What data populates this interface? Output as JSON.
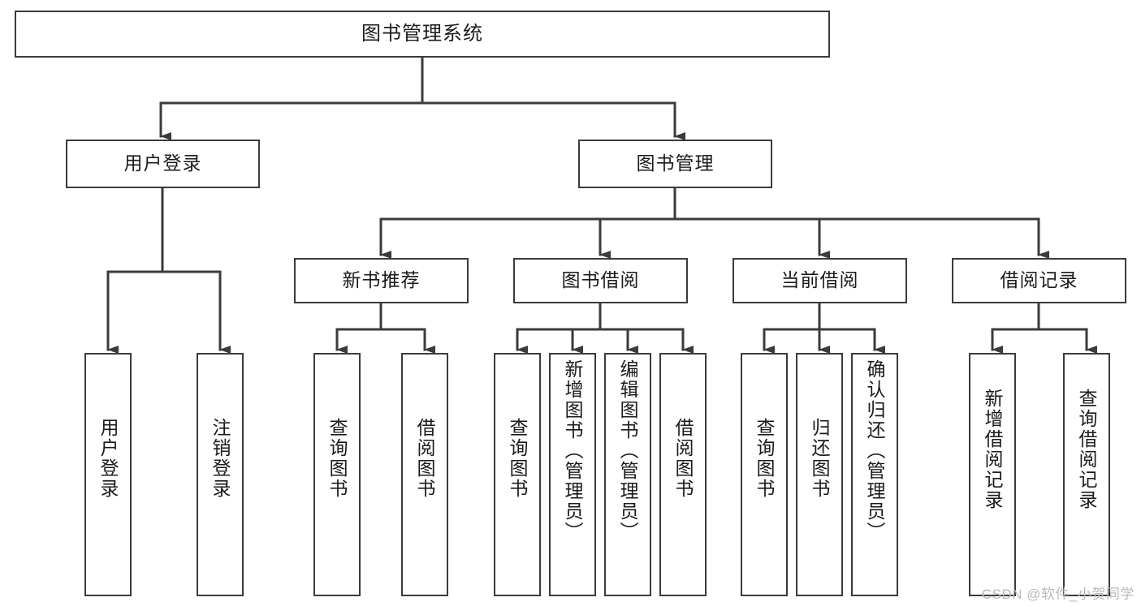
{
  "diagram": {
    "title": "图书管理系统",
    "watermark": "CSDN @软件_小贺同学",
    "colors": {
      "box_border": "#3b3b3b",
      "connector": "#3b3b3b",
      "background": "#ffffff",
      "text": "#1b1b1b",
      "watermark": "#b9b9b9"
    },
    "root": {
      "label": "图书管理系统"
    },
    "level2": [
      {
        "label": "用户登录"
      },
      {
        "label": "图书管理"
      }
    ],
    "level3": [
      {
        "label": "新书推荐"
      },
      {
        "label": "图书借阅"
      },
      {
        "label": "当前借阅"
      },
      {
        "label": "借阅记录"
      }
    ],
    "leaves": {
      "user_login": [
        {
          "label": "用户登录"
        },
        {
          "label": "注销登录"
        }
      ],
      "new_book_recommend": [
        {
          "label": "查询图书"
        },
        {
          "label": "借阅图书"
        }
      ],
      "book_borrow": [
        {
          "label": "查询图书"
        },
        {
          "label": "新增图书（管理员）"
        },
        {
          "label": "编辑图书（管理员）"
        },
        {
          "label": "借阅图书"
        }
      ],
      "current_borrow": [
        {
          "label": "查询图书"
        },
        {
          "label": "归还图书"
        },
        {
          "label": "确认归还（管理员）"
        }
      ],
      "borrow_record": [
        {
          "label": "新增借阅记录"
        },
        {
          "label": "查询借阅记录"
        }
      ]
    }
  }
}
